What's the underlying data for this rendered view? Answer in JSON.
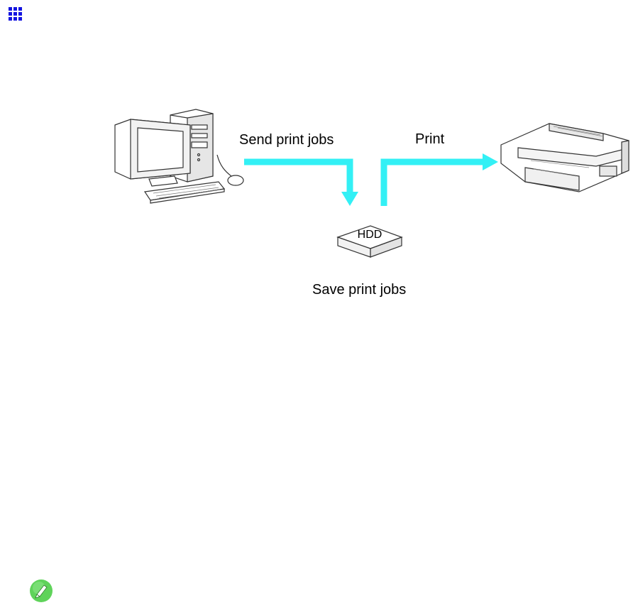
{
  "header": {
    "icon": "grid-icon"
  },
  "diagram": {
    "computer_icon": "desktop-computer-icon",
    "printer_icon": "large-format-printer-icon",
    "hdd_icon": "hdd-box-icon",
    "send_label": "Send print jobs",
    "print_label": "Print",
    "hdd_label": "HDD",
    "save_label": "Save print jobs",
    "arrow_color": "#33f0f5",
    "header_icon_color": "#1515e0"
  },
  "footer": {
    "note_icon": "pencil-note-icon",
    "note_color": "#5fd35a"
  }
}
